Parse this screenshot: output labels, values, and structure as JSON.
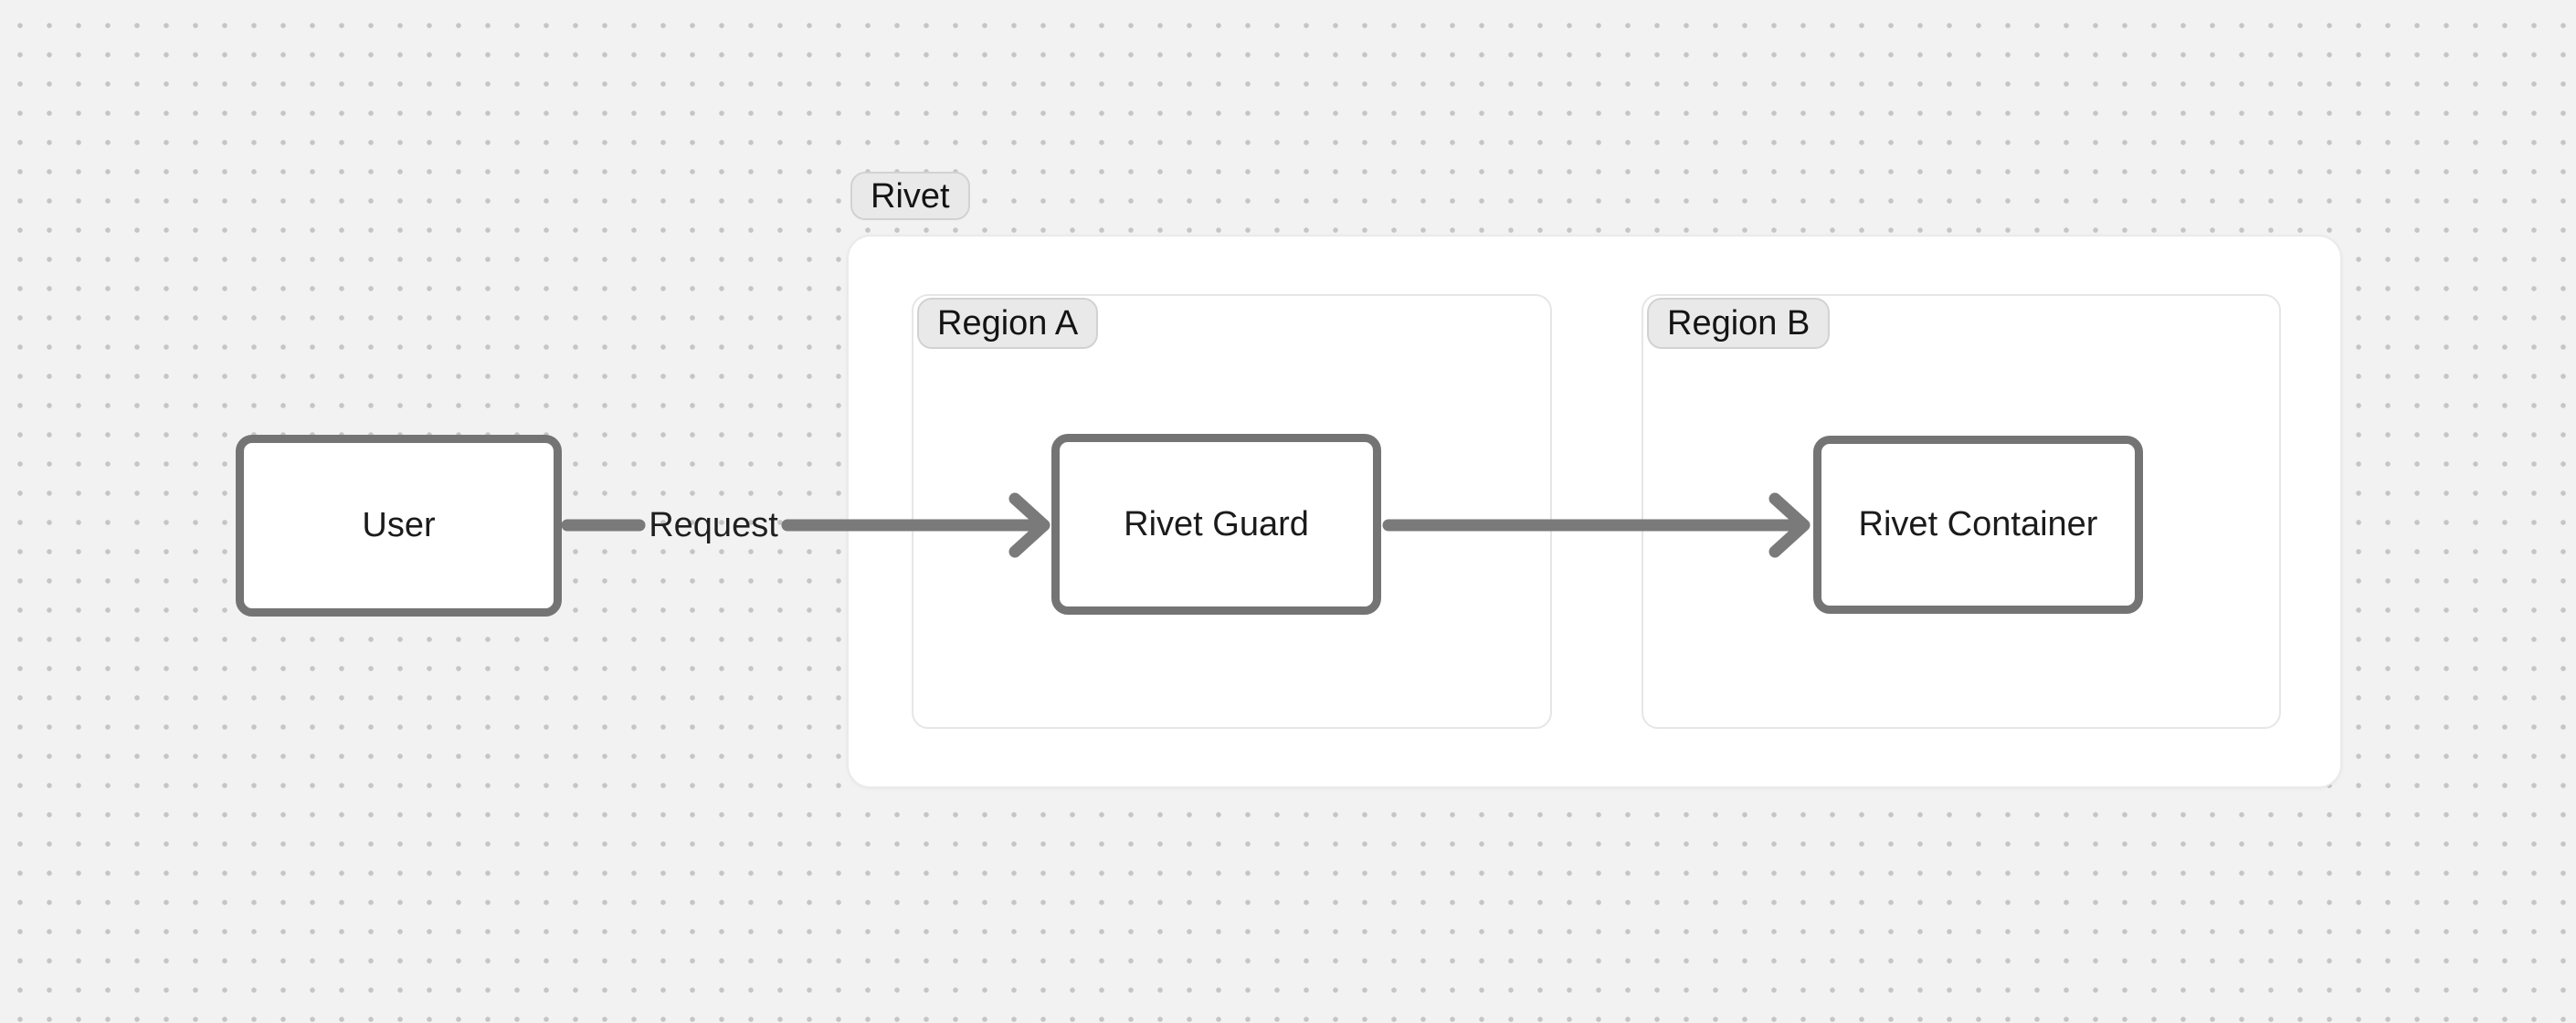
{
  "canvas": {
    "background_color": "#f2f2f2",
    "dot_color": "#c5c5c5"
  },
  "group": {
    "label": "Rivet"
  },
  "regions": {
    "a": {
      "label": "Region A"
    },
    "b": {
      "label": "Region B"
    }
  },
  "nodes": {
    "user": {
      "label": "User"
    },
    "guard": {
      "label": "Rivet Guard"
    },
    "container": {
      "label": "Rivet Container"
    }
  },
  "edges": {
    "request": {
      "label": "Request"
    }
  },
  "colors": {
    "node_border": "#747474",
    "arrow": "#7a7a7a",
    "pill_background": "#e9e9e9",
    "pill_border": "#d2d2d2",
    "region_border": "#e6e6e6",
    "frame_background": "#ffffff",
    "text": "#1b1b1b"
  }
}
